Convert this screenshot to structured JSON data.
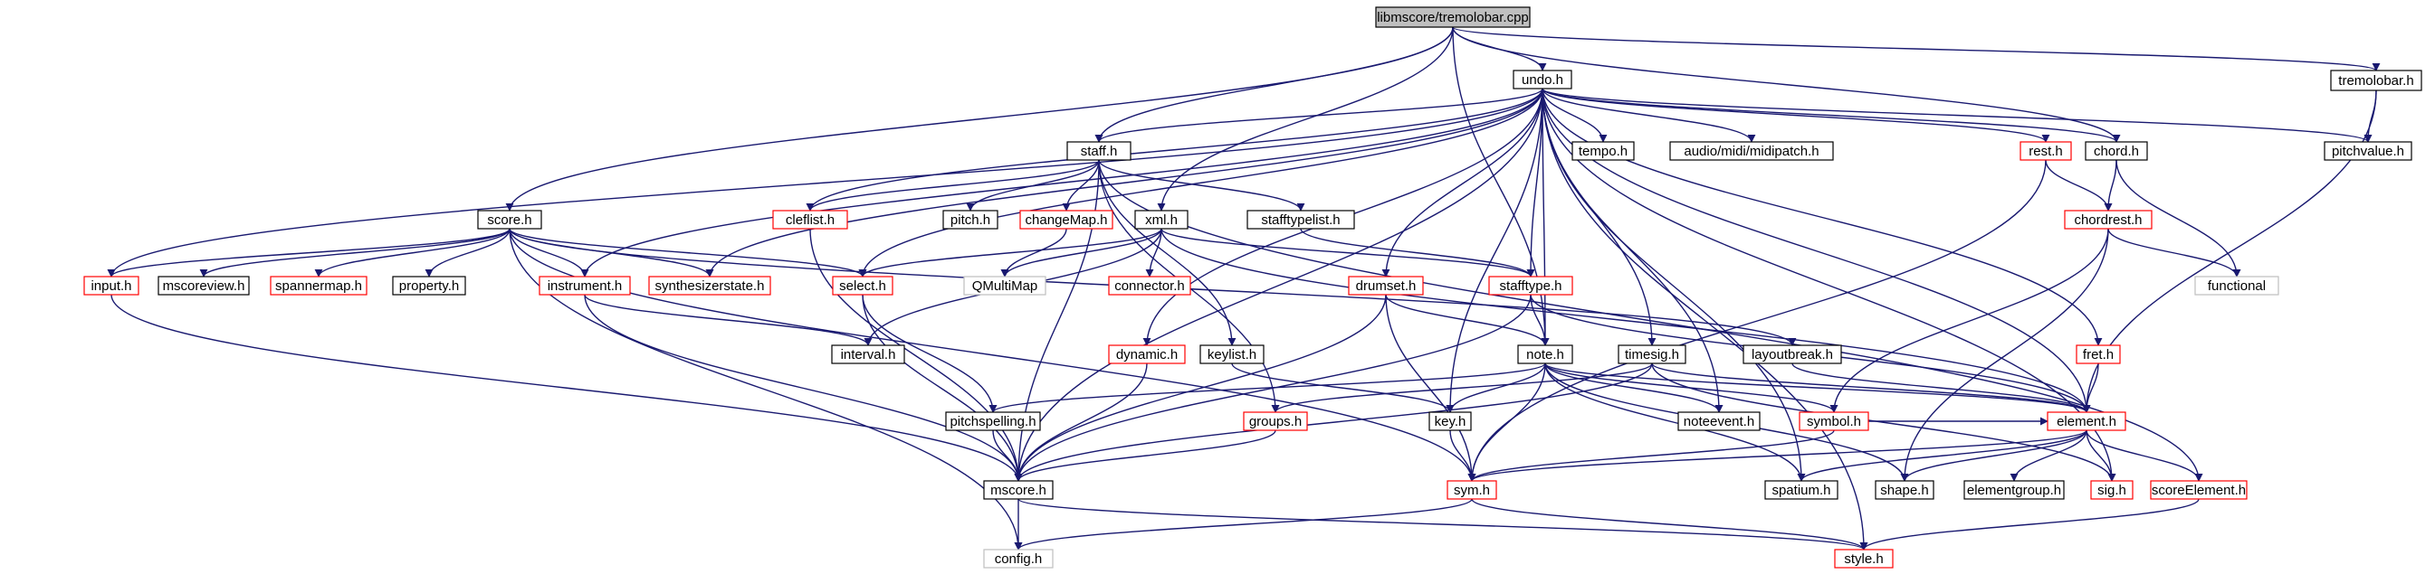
{
  "diagram": {
    "colors": {
      "root_fill": "#bfbfbf",
      "documented_border": "#000000",
      "undocumented_border": "#ff0000",
      "external_border": "#bfbfbf",
      "external_text": "#404040",
      "edge": "#191970"
    },
    "nodes": [
      {
        "id": "tremolobar_cpp",
        "label": "libmscore/tremolobar.cpp",
        "kind": "root"
      },
      {
        "id": "undo_h",
        "label": "undo.h",
        "kind": "documented"
      },
      {
        "id": "tremolobar_h",
        "label": "tremolobar.h",
        "kind": "documented"
      },
      {
        "id": "staff_h",
        "label": "staff.h",
        "kind": "documented"
      },
      {
        "id": "score_h",
        "label": "score.h",
        "kind": "documented"
      },
      {
        "id": "xml_h",
        "label": "xml.h",
        "kind": "documented"
      },
      {
        "id": "tempo_h",
        "label": "tempo.h",
        "kind": "documented"
      },
      {
        "id": "midipatch_h",
        "label": "audio/midi/midipatch.h",
        "kind": "documented"
      },
      {
        "id": "rest_h",
        "label": "rest.h",
        "kind": "undocumented"
      },
      {
        "id": "chord_h",
        "label": "chord.h",
        "kind": "documented"
      },
      {
        "id": "pitchvalue_h",
        "label": "pitchvalue.h",
        "kind": "documented"
      },
      {
        "id": "cleflist_h",
        "label": "cleflist.h",
        "kind": "undocumented"
      },
      {
        "id": "pitch_h",
        "label": "pitch.h",
        "kind": "documented"
      },
      {
        "id": "changemap_h",
        "label": "changeMap.h",
        "kind": "undocumented"
      },
      {
        "id": "stafftypelist_h",
        "label": "stafftypelist.h",
        "kind": "documented"
      },
      {
        "id": "chordrest_h",
        "label": "chordrest.h",
        "kind": "undocumented"
      },
      {
        "id": "input_h",
        "label": "input.h",
        "kind": "undocumented"
      },
      {
        "id": "mscoreview_h",
        "label": "mscoreview.h",
        "kind": "documented"
      },
      {
        "id": "spannermap_h",
        "label": "spannermap.h",
        "kind": "undocumented"
      },
      {
        "id": "property_h",
        "label": "property.h",
        "kind": "documented"
      },
      {
        "id": "instrument_h",
        "label": "instrument.h",
        "kind": "undocumented"
      },
      {
        "id": "synthesizerstate_h",
        "label": "synthesizerstate.h",
        "kind": "undocumented"
      },
      {
        "id": "select_h",
        "label": "select.h",
        "kind": "undocumented"
      },
      {
        "id": "qmultimap",
        "label": "QMultiMap",
        "kind": "external"
      },
      {
        "id": "connector_h",
        "label": "connector.h",
        "kind": "undocumented"
      },
      {
        "id": "drumset_h",
        "label": "drumset.h",
        "kind": "undocumented"
      },
      {
        "id": "stafftype_h",
        "label": "stafftype.h",
        "kind": "undocumented"
      },
      {
        "id": "functional",
        "label": "functional",
        "kind": "external"
      },
      {
        "id": "interval_h",
        "label": "interval.h",
        "kind": "documented"
      },
      {
        "id": "dynamic_h",
        "label": "dynamic.h",
        "kind": "undocumented"
      },
      {
        "id": "keylist_h",
        "label": "keylist.h",
        "kind": "documented"
      },
      {
        "id": "note_h",
        "label": "note.h",
        "kind": "documented"
      },
      {
        "id": "timesig_h",
        "label": "timesig.h",
        "kind": "documented"
      },
      {
        "id": "layoutbreak_h",
        "label": "layoutbreak.h",
        "kind": "documented"
      },
      {
        "id": "fret_h",
        "label": "fret.h",
        "kind": "undocumented"
      },
      {
        "id": "pitchspelling_h",
        "label": "pitchspelling.h",
        "kind": "documented"
      },
      {
        "id": "groups_h",
        "label": "groups.h",
        "kind": "undocumented"
      },
      {
        "id": "key_h",
        "label": "key.h",
        "kind": "documented"
      },
      {
        "id": "noteevent_h",
        "label": "noteevent.h",
        "kind": "documented"
      },
      {
        "id": "symbol_h",
        "label": "symbol.h",
        "kind": "undocumented"
      },
      {
        "id": "element_h",
        "label": "element.h",
        "kind": "undocumented"
      },
      {
        "id": "mscore_h",
        "label": "mscore.h",
        "kind": "documented"
      },
      {
        "id": "sym_h",
        "label": "sym.h",
        "kind": "undocumented"
      },
      {
        "id": "spatium_h",
        "label": "spatium.h",
        "kind": "documented"
      },
      {
        "id": "shape_h",
        "label": "shape.h",
        "kind": "documented"
      },
      {
        "id": "elementgroup_h",
        "label": "elementgroup.h",
        "kind": "documented"
      },
      {
        "id": "sig_h",
        "label": "sig.h",
        "kind": "undocumented"
      },
      {
        "id": "scoreelement_h",
        "label": "scoreElement.h",
        "kind": "undocumented"
      },
      {
        "id": "config_h",
        "label": "config.h",
        "kind": "external"
      },
      {
        "id": "style_h",
        "label": "style.h",
        "kind": "undocumented"
      }
    ],
    "edges": [
      [
        "tremolobar_cpp",
        "undo_h"
      ],
      [
        "tremolobar_cpp",
        "tremolobar_h"
      ],
      [
        "tremolobar_cpp",
        "staff_h"
      ],
      [
        "tremolobar_cpp",
        "score_h"
      ],
      [
        "tremolobar_cpp",
        "xml_h"
      ],
      [
        "tremolobar_cpp",
        "chord_h"
      ],
      [
        "tremolobar_cpp",
        "note_h"
      ],
      [
        "tremolobar_h",
        "pitchvalue_h"
      ],
      [
        "tremolobar_h",
        "element_h"
      ],
      [
        "undo_h",
        "tempo_h"
      ],
      [
        "undo_h",
        "midipatch_h"
      ],
      [
        "undo_h",
        "rest_h"
      ],
      [
        "undo_h",
        "chord_h"
      ],
      [
        "undo_h",
        "pitchvalue_h"
      ],
      [
        "undo_h",
        "staff_h"
      ],
      [
        "undo_h",
        "cleflist_h"
      ],
      [
        "undo_h",
        "select_h"
      ],
      [
        "undo_h",
        "synthesizerstate_h"
      ],
      [
        "undo_h",
        "instrument_h"
      ],
      [
        "undo_h",
        "input_h"
      ],
      [
        "undo_h",
        "dynamic_h"
      ],
      [
        "undo_h",
        "drumset_h"
      ],
      [
        "undo_h",
        "stafftype_h"
      ],
      [
        "undo_h",
        "key_h"
      ],
      [
        "undo_h",
        "note_h"
      ],
      [
        "undo_h",
        "timesig_h"
      ],
      [
        "undo_h",
        "noteevent_h"
      ],
      [
        "undo_h",
        "spatium_h"
      ],
      [
        "undo_h",
        "fret_h"
      ],
      [
        "undo_h",
        "sig_h"
      ],
      [
        "undo_h",
        "style_h"
      ],
      [
        "undo_h",
        "mscore_h"
      ],
      [
        "undo_h",
        "element_h"
      ],
      [
        "staff_h",
        "cleflist_h"
      ],
      [
        "staff_h",
        "pitch_h"
      ],
      [
        "staff_h",
        "changemap_h"
      ],
      [
        "staff_h",
        "stafftypelist_h"
      ],
      [
        "staff_h",
        "groups_h"
      ],
      [
        "staff_h",
        "keylist_h"
      ],
      [
        "staff_h",
        "scoreelement_h"
      ],
      [
        "staff_h",
        "mscore_h"
      ],
      [
        "score_h",
        "input_h"
      ],
      [
        "score_h",
        "mscoreview_h"
      ],
      [
        "score_h",
        "spannermap_h"
      ],
      [
        "score_h",
        "property_h"
      ],
      [
        "score_h",
        "instrument_h"
      ],
      [
        "score_h",
        "synthesizerstate_h"
      ],
      [
        "score_h",
        "select_h"
      ],
      [
        "score_h",
        "sym_h"
      ],
      [
        "score_h",
        "config_h"
      ],
      [
        "score_h",
        "layoutbreak_h"
      ],
      [
        "xml_h",
        "select_h"
      ],
      [
        "xml_h",
        "connector_h"
      ],
      [
        "xml_h",
        "qmultimap"
      ],
      [
        "xml_h",
        "interval_h"
      ],
      [
        "xml_h",
        "stafftype_h"
      ],
      [
        "xml_h",
        "element_h"
      ],
      [
        "rest_h",
        "chordrest_h"
      ],
      [
        "rest_h",
        "sym_h"
      ],
      [
        "chord_h",
        "chordrest_h"
      ],
      [
        "chord_h",
        "functional"
      ],
      [
        "chordrest_h",
        "functional"
      ],
      [
        "chordrest_h",
        "symbol_h"
      ],
      [
        "chordrest_h",
        "shape_h"
      ],
      [
        "changemap_h",
        "qmultimap"
      ],
      [
        "stafftypelist_h",
        "stafftype_h"
      ],
      [
        "cleflist_h",
        "mscore_h"
      ],
      [
        "input_h",
        "mscore_h"
      ],
      [
        "instrument_h",
        "interval_h"
      ],
      [
        "instrument_h",
        "mscore_h"
      ],
      [
        "select_h",
        "pitchspelling_h"
      ],
      [
        "select_h",
        "mscore_h"
      ],
      [
        "drumset_h",
        "note_h"
      ],
      [
        "drumset_h",
        "mscore_h"
      ],
      [
        "drumset_h",
        "sym_h"
      ],
      [
        "stafftype_h",
        "note_h"
      ],
      [
        "stafftype_h",
        "element_h"
      ],
      [
        "stafftype_h",
        "mscore_h"
      ],
      [
        "dynamic_h",
        "mscore_h"
      ],
      [
        "keylist_h",
        "key_h"
      ],
      [
        "note_h",
        "pitchspelling_h"
      ],
      [
        "note_h",
        "key_h"
      ],
      [
        "note_h",
        "noteevent_h"
      ],
      [
        "note_h",
        "symbol_h"
      ],
      [
        "note_h",
        "element_h"
      ],
      [
        "note_h",
        "sym_h"
      ],
      [
        "note_h",
        "shape_h"
      ],
      [
        "note_h",
        "spatium_h"
      ],
      [
        "timesig_h",
        "groups_h"
      ],
      [
        "timesig_h",
        "element_h"
      ],
      [
        "timesig_h",
        "sig_h"
      ],
      [
        "timesig_h",
        "mscore_h"
      ],
      [
        "layoutbreak_h",
        "element_h"
      ],
      [
        "fret_h",
        "element_h"
      ],
      [
        "pitchspelling_h",
        "mscore_h"
      ],
      [
        "groups_h",
        "mscore_h"
      ],
      [
        "key_h",
        "sym_h"
      ],
      [
        "symbol_h",
        "element_h"
      ],
      [
        "symbol_h",
        "sym_h"
      ],
      [
        "element_h",
        "spatium_h"
      ],
      [
        "element_h",
        "shape_h"
      ],
      [
        "element_h",
        "elementgroup_h"
      ],
      [
        "element_h",
        "sig_h"
      ],
      [
        "element_h",
        "scoreelement_h"
      ],
      [
        "element_h",
        "sym_h"
      ],
      [
        "mscore_h",
        "config_h"
      ],
      [
        "mscore_h",
        "style_h"
      ],
      [
        "sym_h",
        "config_h"
      ],
      [
        "sym_h",
        "style_h"
      ],
      [
        "scoreelement_h",
        "style_h"
      ]
    ]
  }
}
